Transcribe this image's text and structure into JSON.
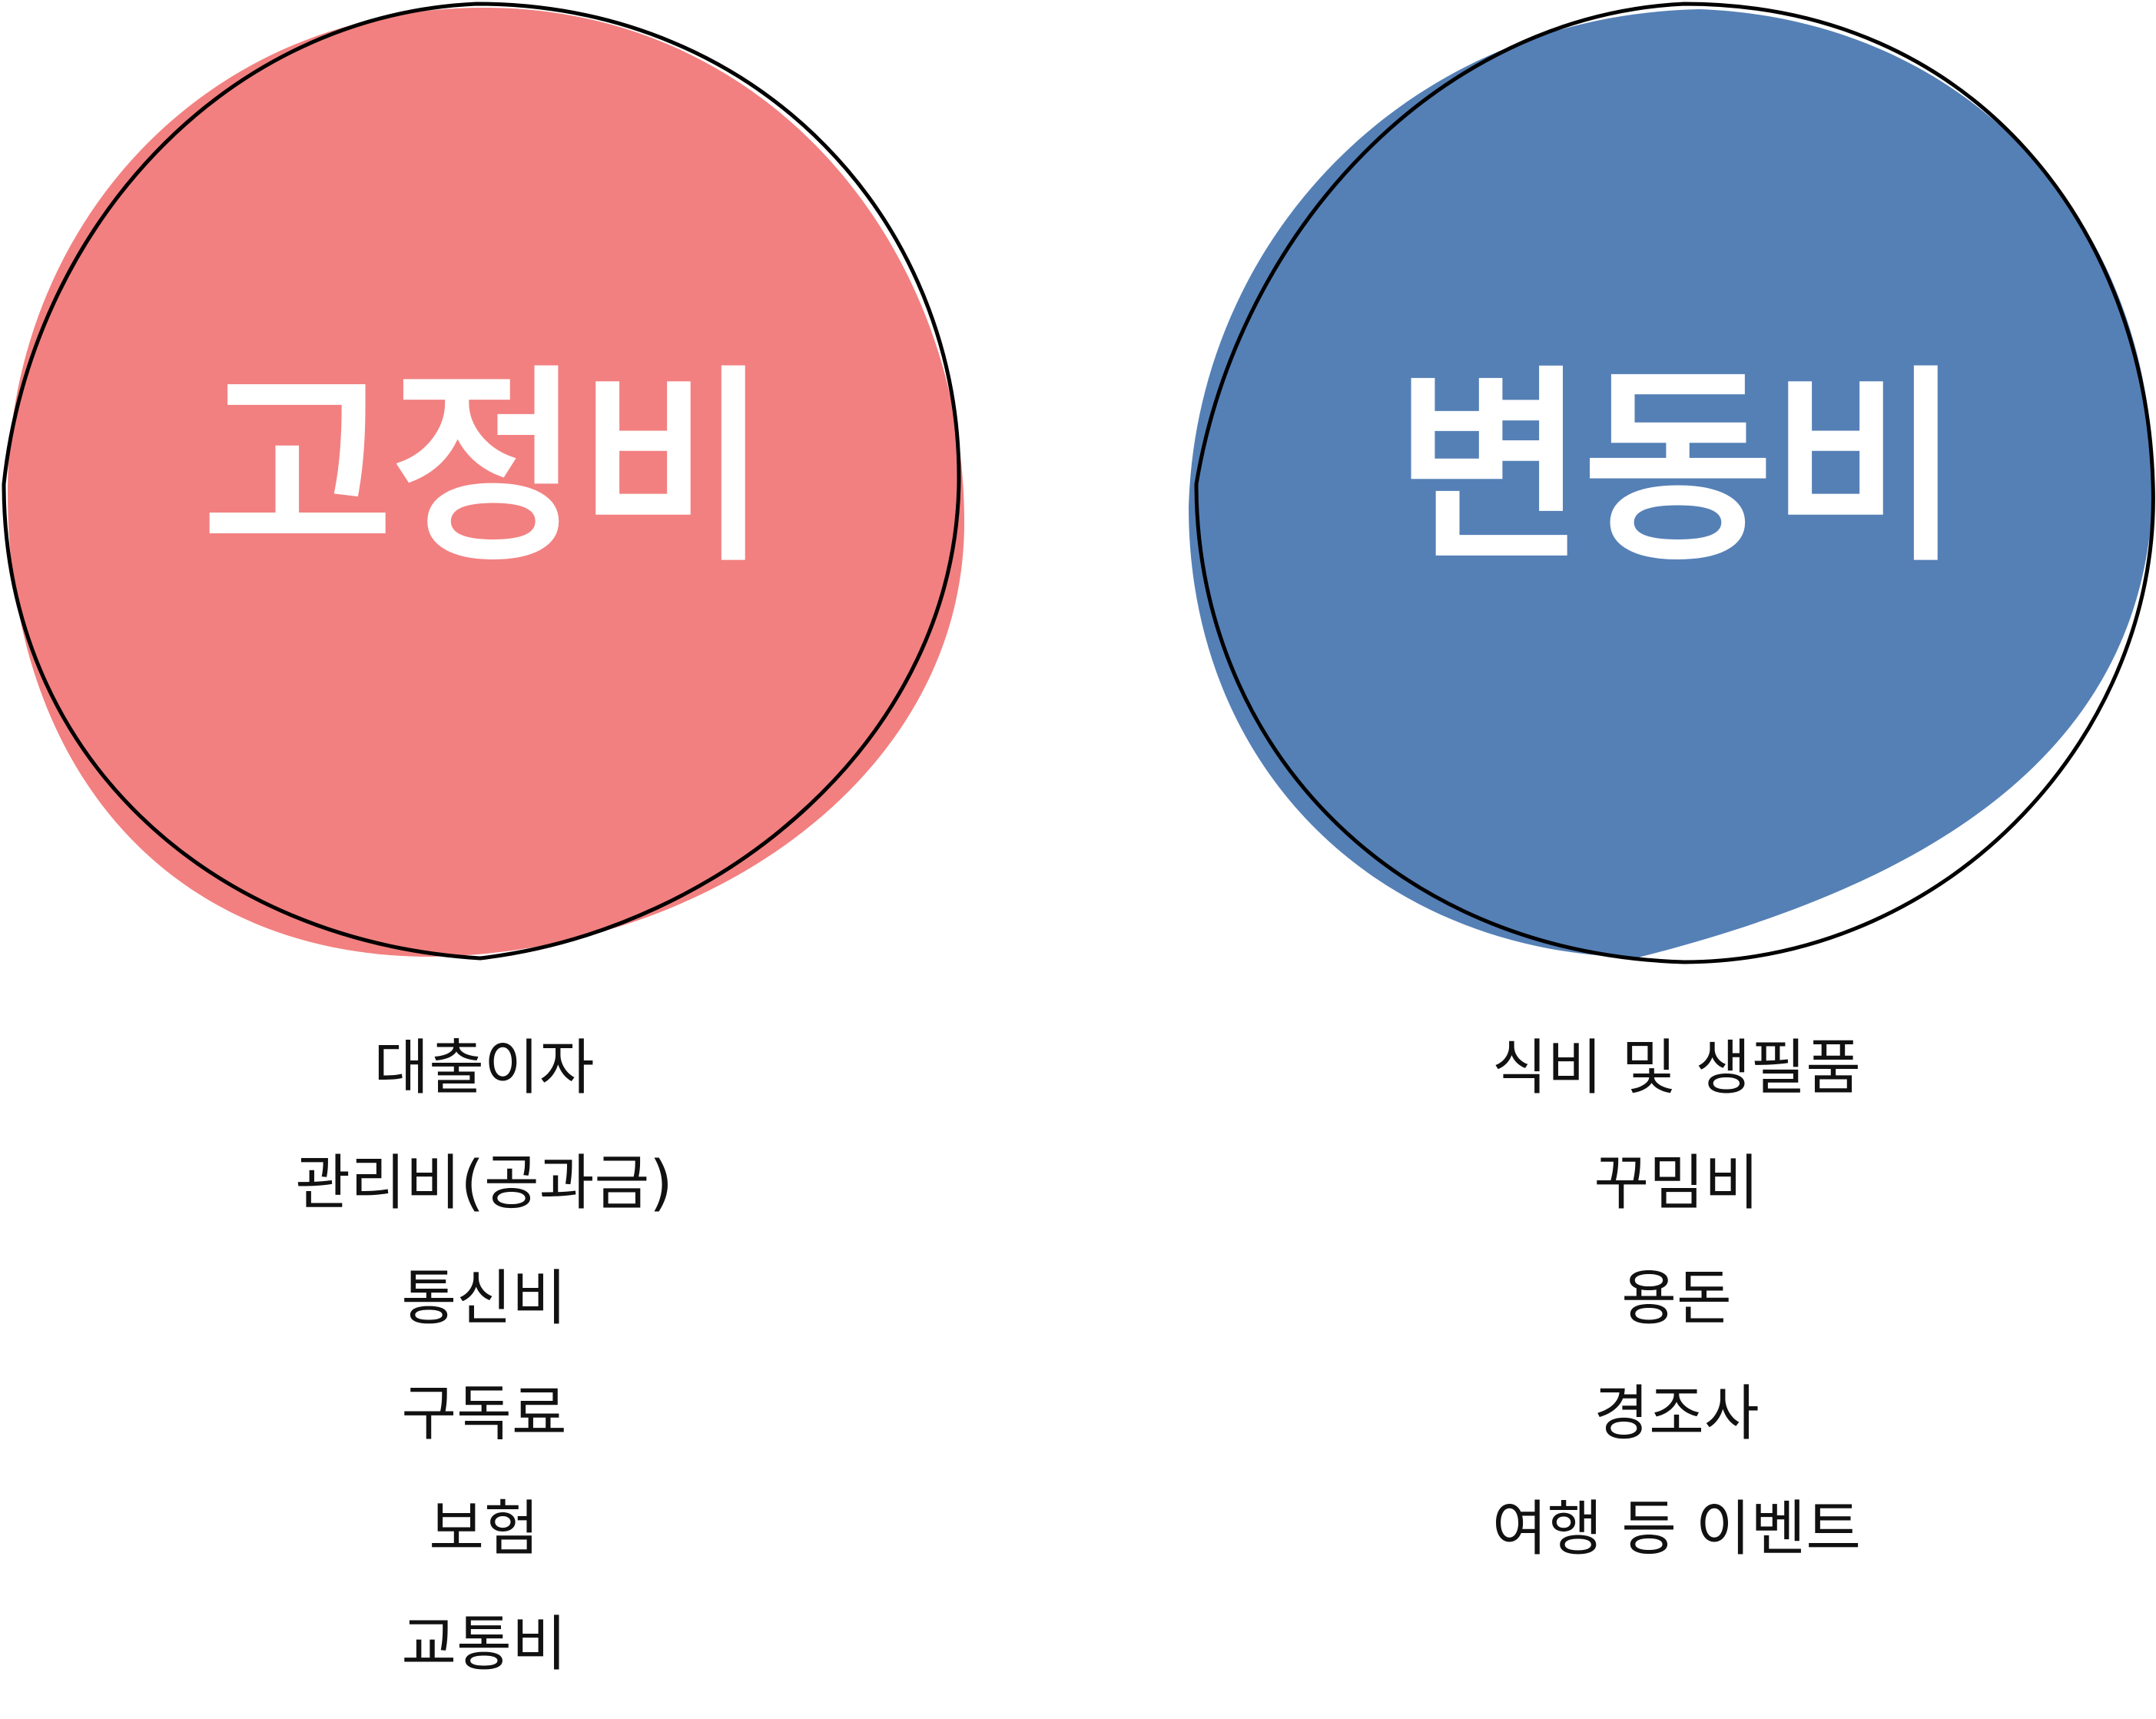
{
  "colors": {
    "fixed_fill": "#F28080",
    "variable_fill": "#5580B6",
    "outline": "#000000",
    "title_text": "#FFFFFF",
    "item_text": "#111111"
  },
  "fixed": {
    "title": "고정비",
    "items": [
      "대출이자",
      "관리비(공과금)",
      "통신비",
      "구독료",
      "보험",
      "교통비"
    ]
  },
  "variable": {
    "title": "변동비",
    "items": [
      "식비 및 생필품",
      "꾸밈비",
      "용돈",
      "경조사",
      "여행 등 이벤트"
    ]
  }
}
